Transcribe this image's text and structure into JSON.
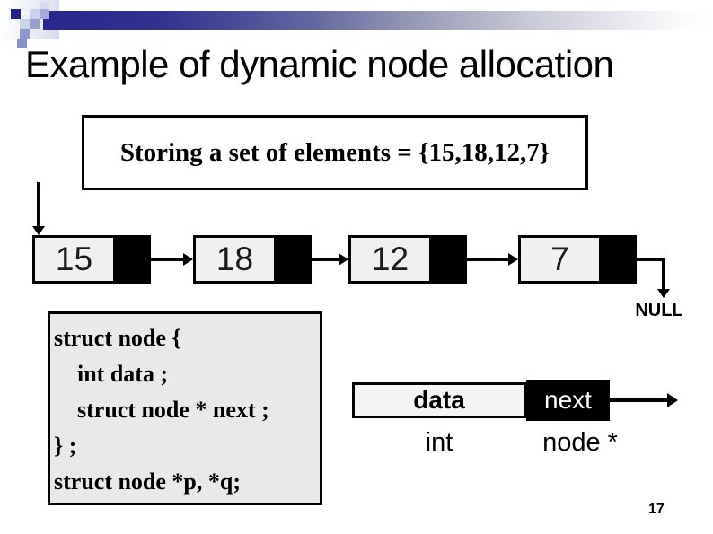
{
  "slide": {
    "title": "Example of dynamic node allocation",
    "page_number": "17"
  },
  "storing_box": {
    "text": "Storing a set of elements = {15,18,12,7}"
  },
  "linked_list": {
    "nodes": [
      "15",
      "18",
      "12",
      "7"
    ],
    "terminator": "NULL"
  },
  "code_box": {
    "lines": [
      "struct node {",
      "    int data ;",
      "    struct node * next ;",
      "} ;",
      "struct node *p, *q;"
    ]
  },
  "node_struct": {
    "fields": [
      {
        "name": "data",
        "type": "int"
      },
      {
        "name": "next",
        "type": "node *"
      }
    ]
  },
  "colors": {
    "accent_navy": "#23238c",
    "node_fill": "#f0f0f0",
    "code_box_bg": "#e9e9e9",
    "pointer_black": "#000000"
  }
}
